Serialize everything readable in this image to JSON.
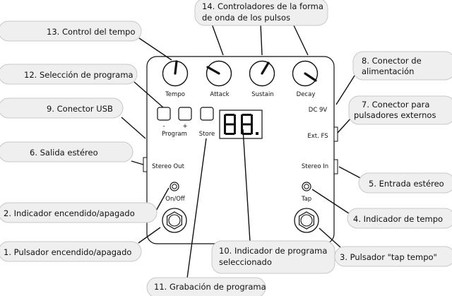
{
  "callouts": {
    "c1": "1. Pulsador encendido/apagado",
    "c2": "2. Indicador encendido/apagado",
    "c3": "3. Pulsador \"tap tempo\"",
    "c4": "4. Indicador de tempo",
    "c5": "5. Entrada estéreo",
    "c6": "6. Salida estéreo",
    "c7_line1": "7. Conector para",
    "c7_line2": "pulsadores externos",
    "c8_line1": "8. Conector de",
    "c8_line2": "alimentación",
    "c9": "9. Conector USB",
    "c10_line1": "10. Indicador de programa",
    "c10_line2": "seleccionado",
    "c11": "11. Grabación de programa",
    "c12": "12. Selección de programa",
    "c13": "13. Control del tempo",
    "c14_line1": "14. Controladores de la forma",
    "c14_line2": "de onda de los pulsos"
  },
  "panel": {
    "knob_tempo": "Tempo",
    "knob_attack": "Attack",
    "knob_sustain": "Sustain",
    "knob_decay": "Decay",
    "minus": "-",
    "plus": "+",
    "program": "Program",
    "store": "Store",
    "display": "88.",
    "dc": "DC 9V",
    "ext_fs": "Ext. FS",
    "stereo_in": "Stereo  In",
    "stereo_out": "Stereo Out",
    "on_off": "On/Off",
    "tap": "Tap"
  }
}
